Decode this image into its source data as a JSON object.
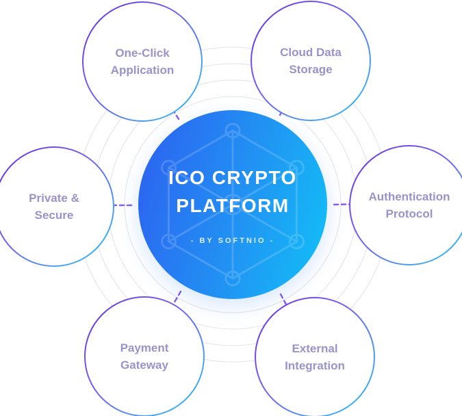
{
  "colors": {
    "ring": "#e2e2ea",
    "connector": "#7a4df0",
    "satellite-border-start": "#6431dd",
    "satellite-border-end": "#2bc9f4",
    "satellite-text": "#9a93cb",
    "center-grad-start": "#2d5ff0",
    "center-grad-end": "#11c2f7",
    "center-text": "#ffffff"
  },
  "center": {
    "title_line1": "ICO CRYPTO",
    "title_line2": "PLATFORM",
    "subtitle": "- BY SOFTNIO -",
    "icon": "hexagon-network-icon"
  },
  "satellites": [
    {
      "id": "one-click-application",
      "line1": "One-Click",
      "line2": "Application"
    },
    {
      "id": "cloud-data-storage",
      "line1": "Cloud Data",
      "line2": "Storage"
    },
    {
      "id": "authentication-protocol",
      "line1": "Authentication",
      "line2": "Protocol"
    },
    {
      "id": "private-secure",
      "line1": "Private &",
      "line2": "Secure"
    },
    {
      "id": "payment-gateway",
      "line1": "Payment",
      "line2": "Gateway"
    },
    {
      "id": "external-integration",
      "line1": "External",
      "line2": "Integration"
    }
  ]
}
